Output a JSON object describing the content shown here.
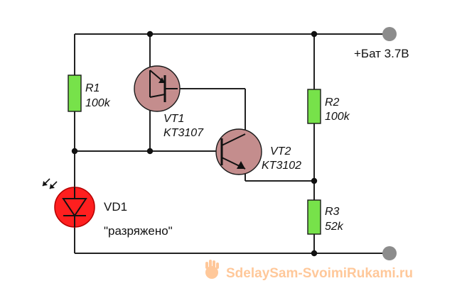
{
  "battery_label": "+Бат 3.7В",
  "components": {
    "r1": {
      "ref": "R1",
      "value": "100k"
    },
    "r2": {
      "ref": "R2",
      "value": "100k"
    },
    "r3": {
      "ref": "R3",
      "value": "52k"
    },
    "vt1": {
      "ref": "VT1",
      "part": "KT3107"
    },
    "vt2": {
      "ref": "VT2",
      "part": "KT3102"
    },
    "vd1": {
      "ref": "VD1",
      "caption": "\"разряжено\""
    }
  },
  "watermark": "SdelaySam-SvoimiRukami.ru",
  "colors": {
    "wire": "#222222",
    "resistor": "#77e24a",
    "transistor": "#c48d8d",
    "led": "#ff1f1f",
    "terminal": "#8c8c8c",
    "watermark": "#ffc89a"
  }
}
